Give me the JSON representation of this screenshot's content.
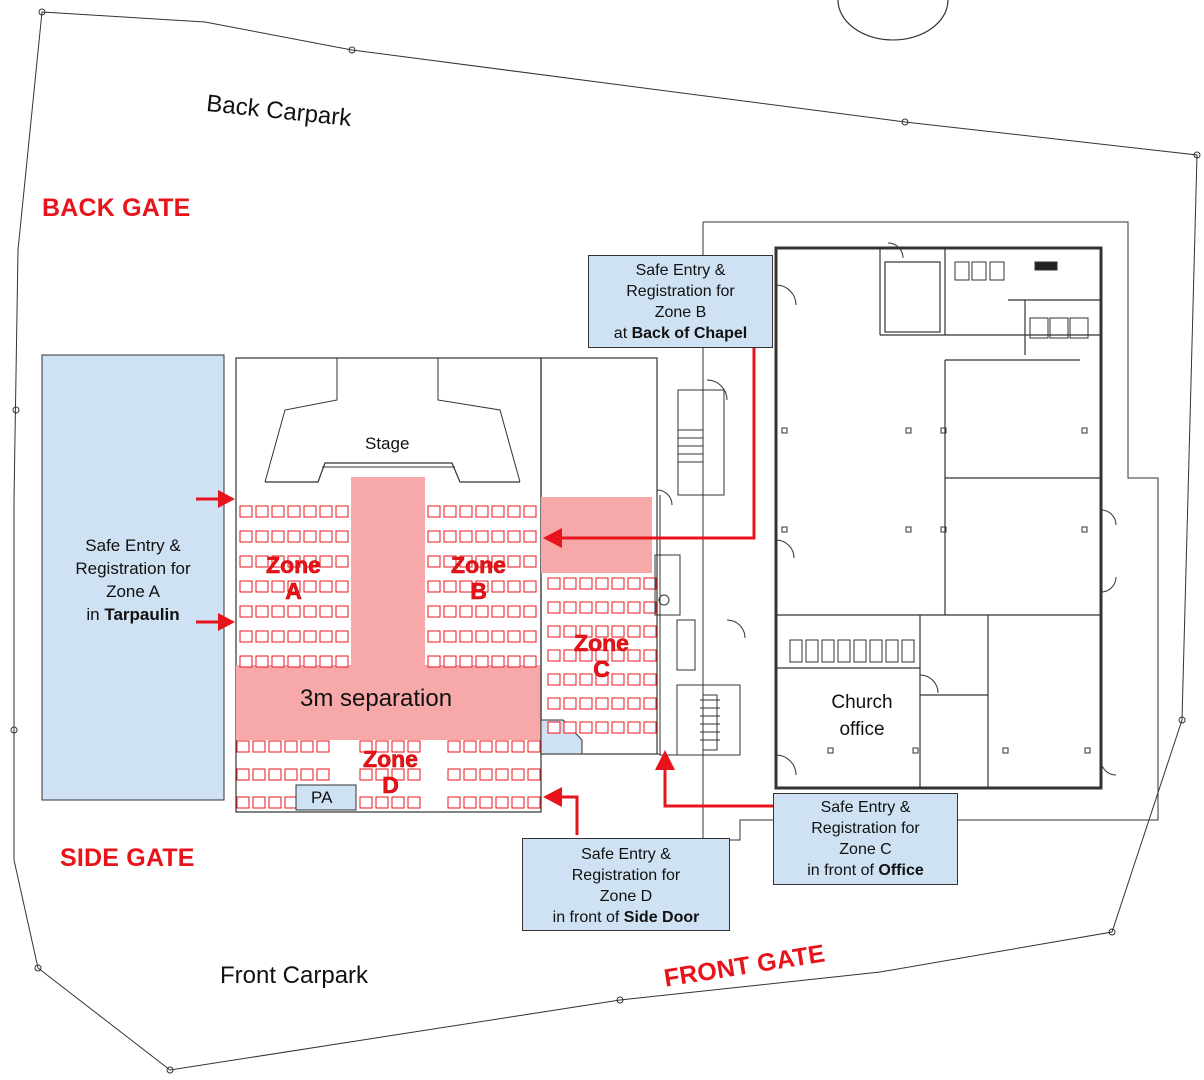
{
  "carparks": {
    "back": "Back Carpark",
    "front": "Front Carpark"
  },
  "gates": {
    "back": "BACK GATE",
    "side": "SIDE GATE",
    "front": "FRONT GATE"
  },
  "hall": {
    "stage": "Stage",
    "separation": "3m separation",
    "pa": "PA",
    "zones": {
      "a": {
        "word": "Zone",
        "letter": "A"
      },
      "b": {
        "word": "Zone",
        "letter": "B"
      },
      "c": {
        "word": "Zone",
        "letter": "C"
      },
      "d": {
        "word": "Zone",
        "letter": "D"
      }
    }
  },
  "office": {
    "line1": "Church",
    "line2": "office"
  },
  "registration": {
    "a": {
      "line1": "Safe Entry &",
      "line2": "Registration for",
      "line3": "Zone A",
      "prefix": "in",
      "place": "Tarpaulin"
    },
    "b": {
      "line1": "Safe Entry &",
      "line2": "Registration for",
      "line3": "Zone B",
      "prefix": "at",
      "place": "Back of Chapel"
    },
    "c": {
      "line1": "Safe Entry &",
      "line2": "Registration for",
      "line3": "Zone C",
      "prefix": "in front of",
      "place": "Office"
    },
    "d": {
      "line1": "Safe Entry &",
      "line2": "Registration for",
      "line3": "Zone D",
      "prefix": "in front of",
      "place": "Side Door"
    }
  },
  "colors": {
    "gate": "#e8141b",
    "seat": "#e8141b",
    "zone_fill": "#f7a8a8",
    "info_fill": "#cfe2f3",
    "line": "#222222"
  }
}
